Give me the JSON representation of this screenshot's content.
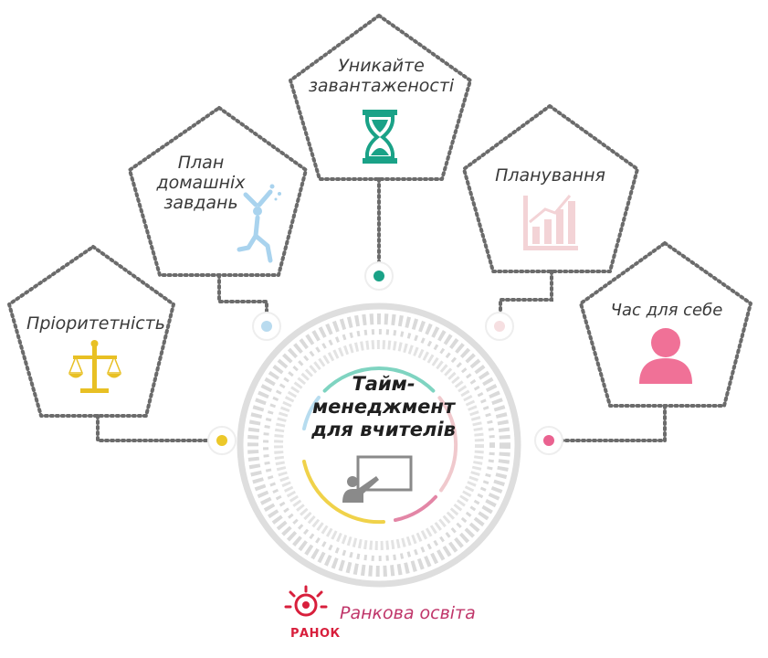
{
  "center": {
    "title": "Тайм-\nменеджмент\nдля вчителів",
    "icon": "teacher-board-icon"
  },
  "nodes": [
    {
      "label": "Пріоритетність",
      "icon": "scales-icon",
      "color": "#e8c024"
    },
    {
      "label": "План\nдомашніх\nзавдань",
      "icon": "jumping-person-icon",
      "color": "#a9d3ee"
    },
    {
      "label": "Уникайте\nзавантаженості",
      "icon": "hourglass-icon",
      "color": "#1aa287"
    },
    {
      "label": "Планування",
      "icon": "bar-chart-icon",
      "color": "#f3d3d6"
    },
    {
      "label": "Час для себе",
      "icon": "person-icon",
      "color": "#f07197"
    }
  ],
  "brand": {
    "name": "Ранкова освіта",
    "logo_text": "РАНОК",
    "color": "#c0366a"
  }
}
